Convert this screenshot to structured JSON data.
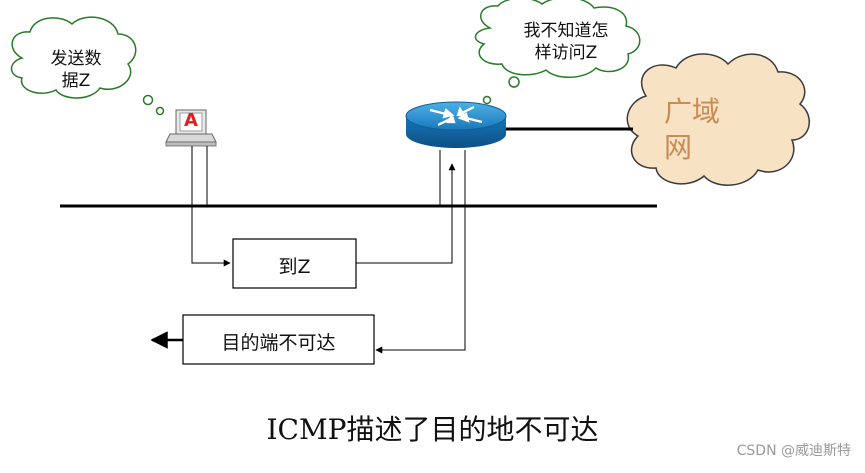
{
  "thought_host": {
    "line1": "发送数",
    "line2": "据Z"
  },
  "thought_router": {
    "line1": "我不知道怎",
    "line2": "样访问Z"
  },
  "host_label": "A",
  "wan": {
    "line1": "广域",
    "line2": "网"
  },
  "packet_box": "到Z",
  "unreachable_box": "目的端不可达",
  "caption": "ICMP描述了目的地不可达",
  "watermark": "CSDN @威迪斯特",
  "colors": {
    "router_blue": "#1f86c9",
    "wan_cloud_fill": "#f8e2c4",
    "wan_text": "#c98b55",
    "host_label": "#e02020"
  }
}
